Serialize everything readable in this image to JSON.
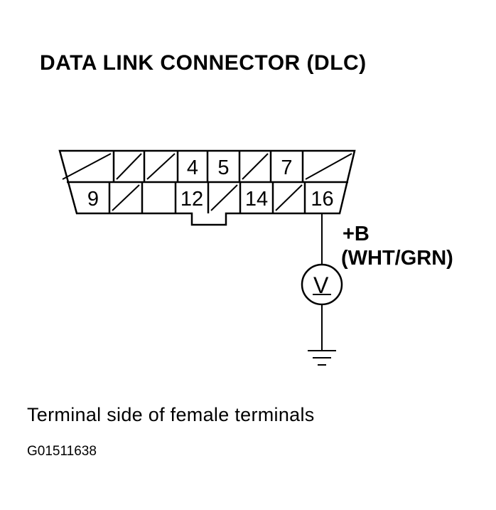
{
  "title": "DATA LINK CONNECTOR (DLC)",
  "connector": {
    "top_row": [
      "",
      "",
      "",
      "4",
      "5",
      "",
      "7",
      ""
    ],
    "bottom_row": [
      "9",
      "",
      "",
      "12",
      "",
      "14",
      "",
      "16"
    ],
    "hatched_top": [
      true,
      true,
      true,
      false,
      false,
      true,
      false,
      true
    ],
    "hatched_bottom": [
      false,
      true,
      false,
      false,
      true,
      false,
      true,
      false
    ]
  },
  "callout": {
    "line1": "+B",
    "line2": "(WHT/GRN)"
  },
  "meter_symbol": "V",
  "caption": "Terminal side of female terminals",
  "figure_code": "G01511638"
}
